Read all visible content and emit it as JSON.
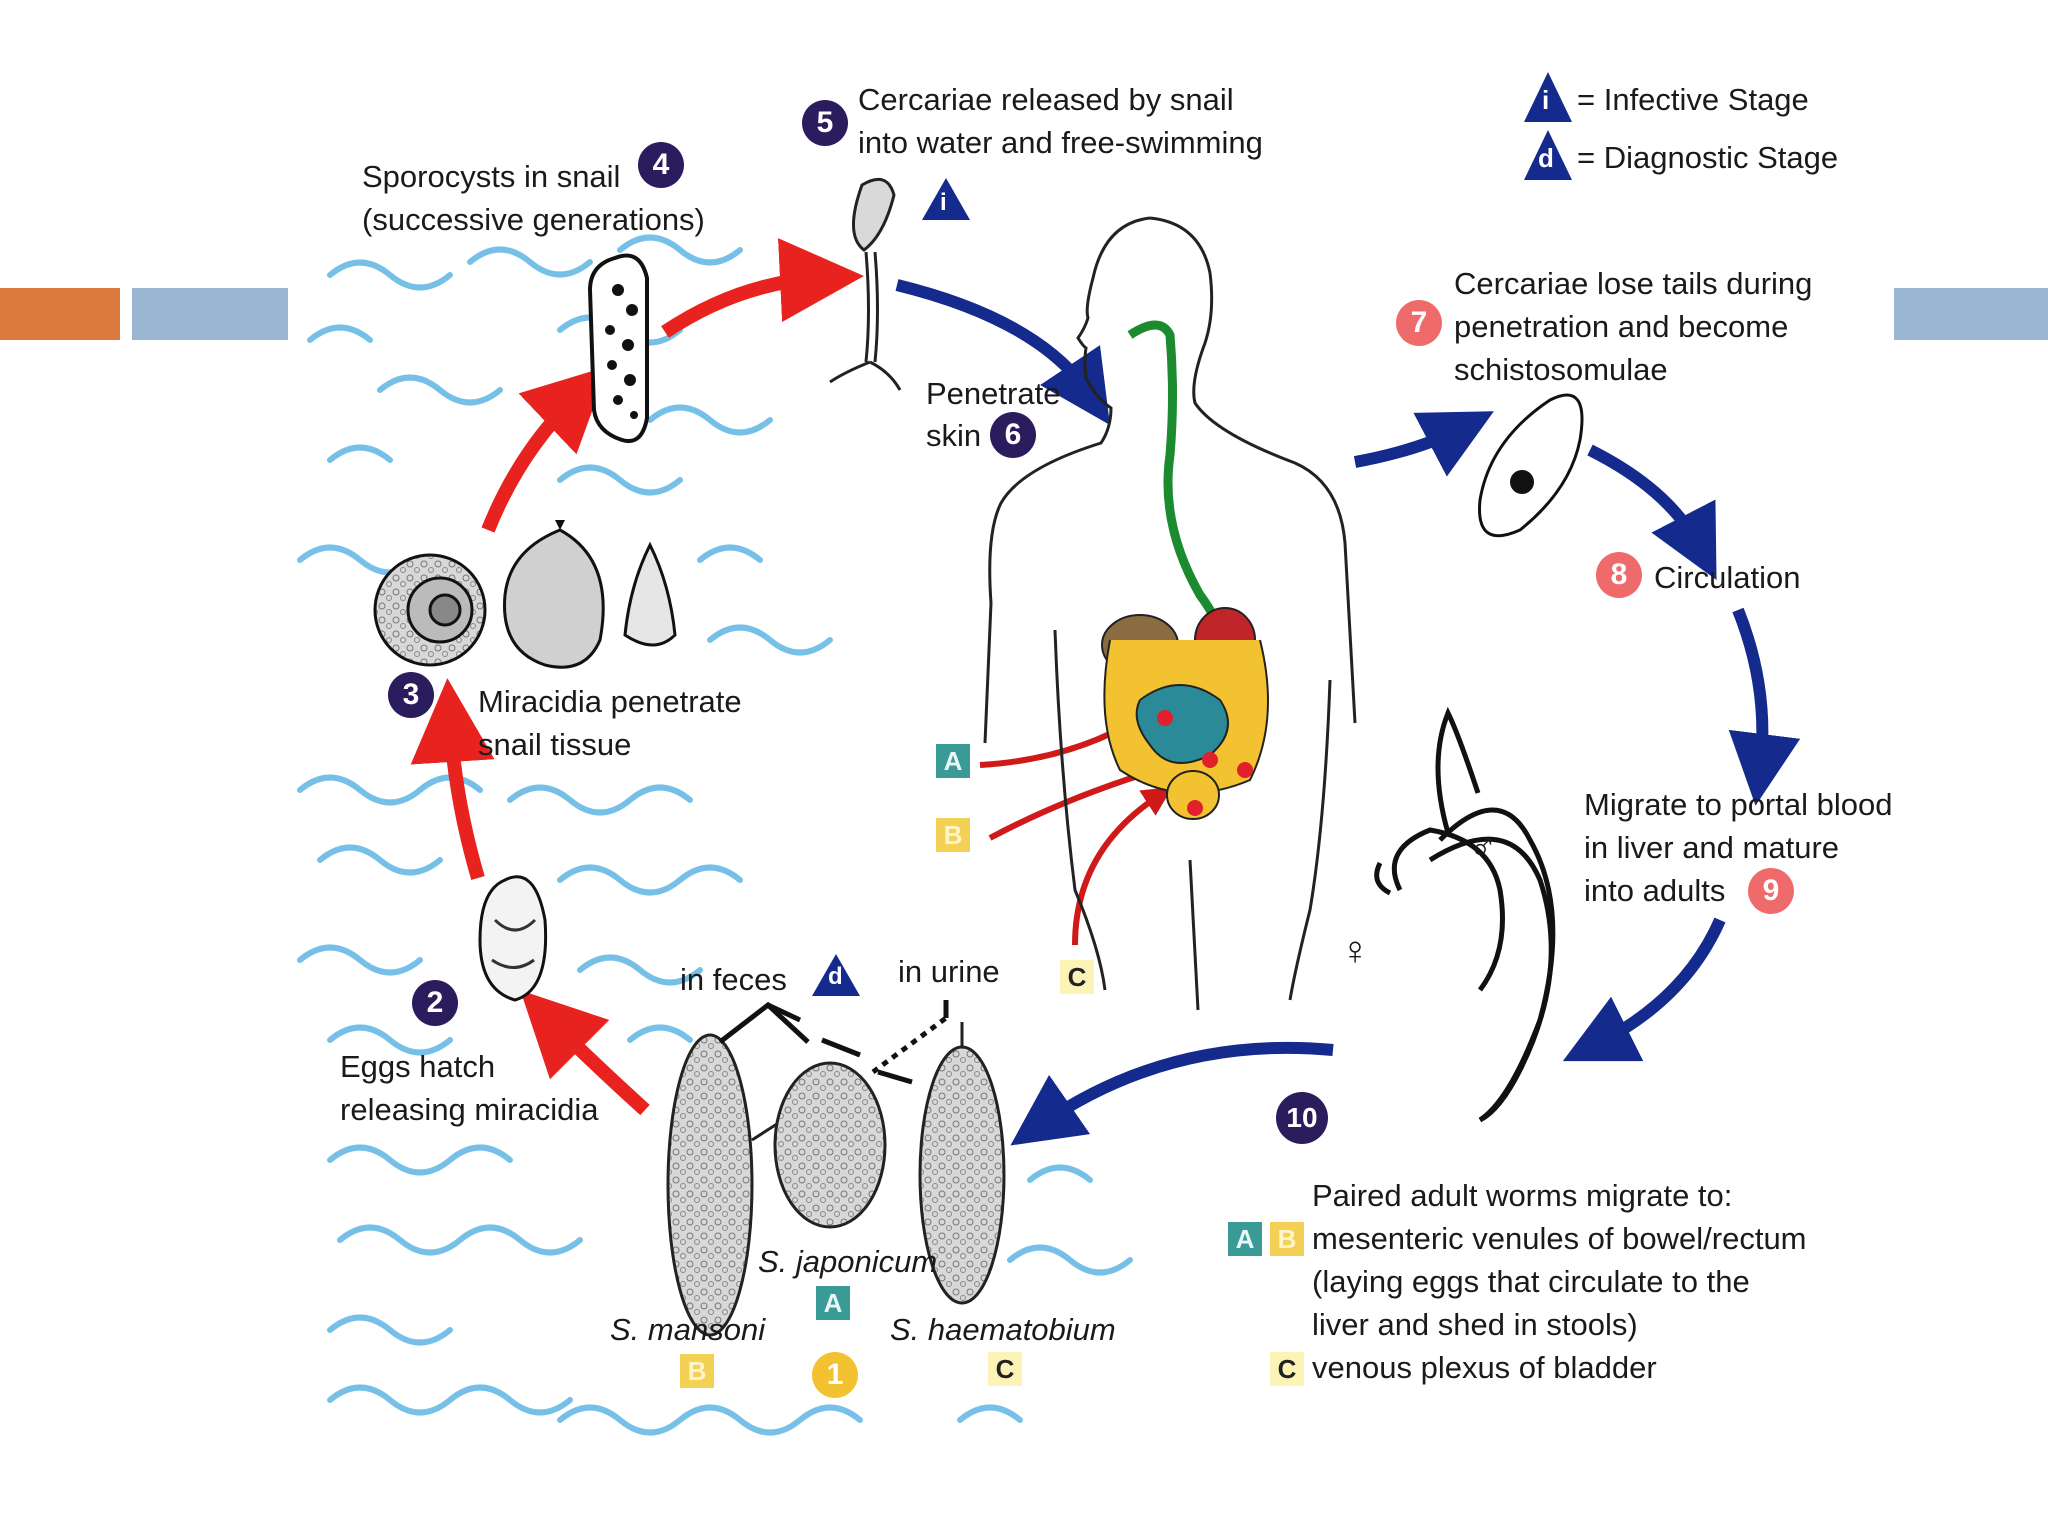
{
  "legend": {
    "infective": "= Infective Stage",
    "diagnostic": "= Diagnostic Stage",
    "i_letter": "i",
    "d_letter": "d"
  },
  "steps": {
    "s1": "1",
    "s2": "2",
    "s3": "3",
    "s4": "4",
    "s5": "5",
    "s6": "6",
    "s7": "7",
    "s8": "8",
    "s9": "9",
    "s10": "10"
  },
  "labels": {
    "sporocysts_1": "Sporocysts in snail",
    "sporocysts_2": "(successive generations)",
    "cercariae_1": "Cercariae released by snail",
    "cercariae_2": "into water and free-swimming",
    "penetrate_1": "Penetrate",
    "penetrate_2": "skin",
    "lose_tails_1": "Cercariae lose tails during",
    "lose_tails_2": "penetration and become",
    "lose_tails_3": "schistosomulae",
    "circulation": "Circulation",
    "migrate_1": "Migrate to portal blood",
    "migrate_2": "in liver and mature",
    "migrate_3": "into adults",
    "miracidia_1": "Miracidia penetrate",
    "miracidia_2": "snail tissue",
    "eggs_1": "Eggs hatch",
    "eggs_2": "releasing miracidia",
    "in_feces": "in feces",
    "in_urine": "in urine",
    "japonicum": "S. japonicum",
    "mansoni": "S. mansoni",
    "haematobium": "S. haematobium",
    "paired_1": "Paired adult worms migrate to:",
    "paired_2": "mesenteric venules of bowel/rectum",
    "paired_3": "(laying eggs that circulate to the",
    "paired_4": "liver and shed in stools)",
    "paired_5": "venous plexus of bladder",
    "male": "♂",
    "female": "♀"
  },
  "tags": {
    "A": "A",
    "B": "B",
    "C": "C"
  },
  "colors": {
    "accent_orange": "#dd7a3e",
    "accent_blue": "#9ab6d2",
    "cycle_red": "#e8231f",
    "cycle_blue": "#142a8c",
    "water": "#5fb6e4",
    "step_dark": "#2b1c5e",
    "step_pink": "#ef6a6a",
    "tag_A": "#3a9a95",
    "tag_B": "#f3d155",
    "tag_C": "#fbf4b6"
  }
}
